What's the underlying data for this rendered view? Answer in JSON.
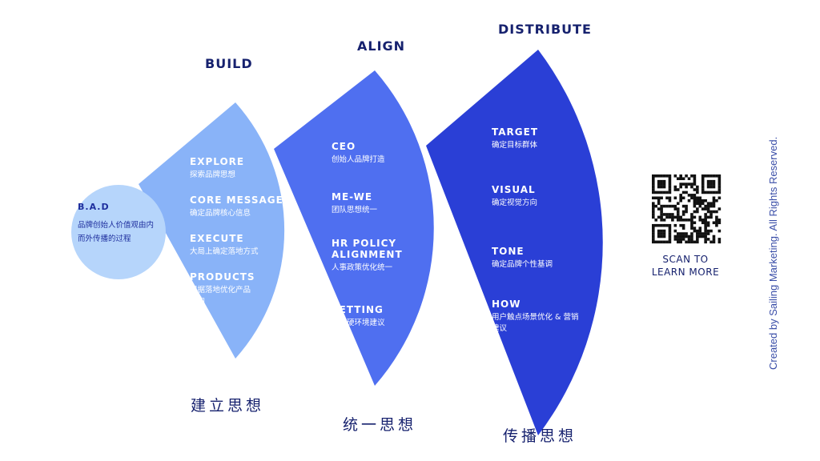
{
  "colors": {
    "bad_circle": "#b6d5fb",
    "build_fan": "#89b3f8",
    "align_fan": "#4f6ff0",
    "distribute_fan": "#2a3fd6",
    "title": "#16216e"
  },
  "bad": {
    "title": "B.A.D",
    "description": "品牌创始人价值观由内而外传播的过程"
  },
  "stages": {
    "build": {
      "title": "BUILD",
      "subtitle_zh": "建立思想",
      "items": [
        {
          "title": "EXPLORE",
          "desc": "探索品牌思想"
        },
        {
          "title": "CORE MESSAGE",
          "desc": "确定品牌核心信息"
        },
        {
          "title": "EXECUTE",
          "desc": "大局上确定落地方式"
        },
        {
          "title": "PRODUCTS",
          "desc": "根据落地优化产品方向"
        }
      ]
    },
    "align": {
      "title": "ALIGN",
      "subtitle_zh": "统一思想",
      "items": [
        {
          "title": "CEO",
          "desc": "创始人品牌打造"
        },
        {
          "title": "ME-WE",
          "desc": "团队思想统一"
        },
        {
          "title": "HR POLICY ALIGNMENT",
          "desc": "人事政策优化统一"
        },
        {
          "title": "SETTING",
          "desc": "公司硬环境建议"
        }
      ]
    },
    "distribute": {
      "title": "DISTRIBUTE",
      "subtitle_zh": "传播思想",
      "items": [
        {
          "title": "TARGET",
          "desc": "确定目标群体"
        },
        {
          "title": "VISUAL",
          "desc": "确定视觉方向"
        },
        {
          "title": "TONE",
          "desc": "确定品牌个性基调"
        },
        {
          "title": "HOW",
          "desc": "用户触点场景优化 & 营销建议"
        }
      ]
    }
  },
  "qr": {
    "icon": "qr-code-icon",
    "label": "SCAN TO LEARN MORE"
  },
  "credit": "Created by Sailing Marketing. All Rights Reserved."
}
